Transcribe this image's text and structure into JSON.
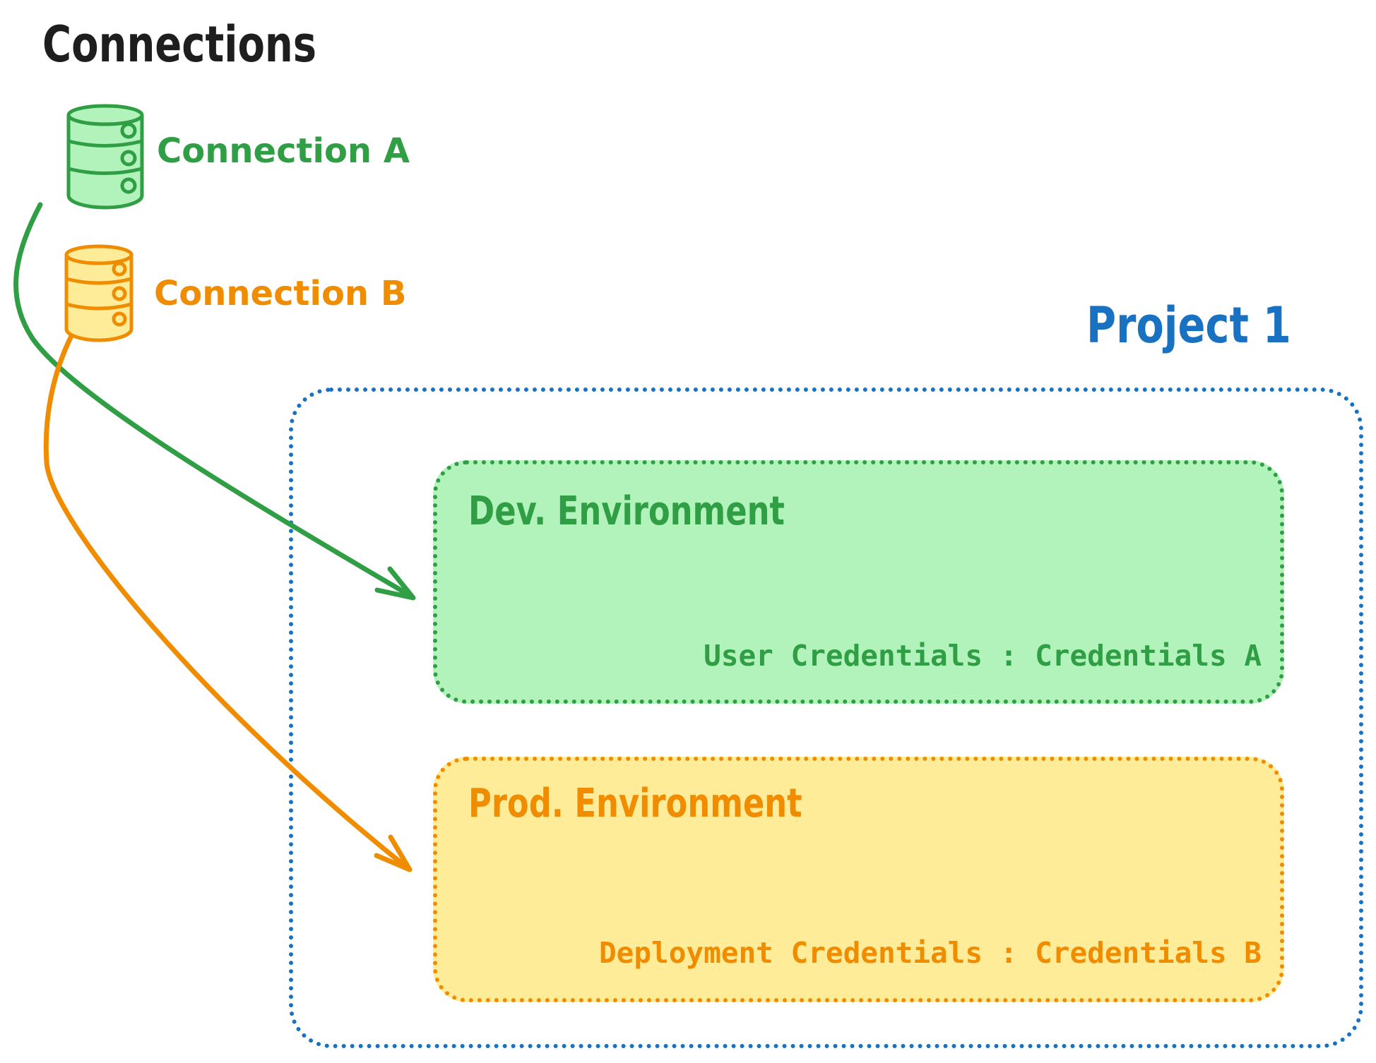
{
  "diagram_title": "Connections",
  "connections": {
    "items": [
      {
        "label": "Connection A",
        "color": "#2f9e44",
        "fill": "#b2f2bb",
        "icon": "database-icon"
      },
      {
        "label": "Connection B",
        "color": "#f08c00",
        "fill": "#ffec99",
        "icon": "database-icon"
      }
    ]
  },
  "project": {
    "title": "Project 1",
    "border_color": "#1971c2",
    "environments": [
      {
        "name": "Dev. Environment",
        "credentials": "User Credentials : Credentials A",
        "stroke": "#2f9e44",
        "fill": "#b2f2bb"
      },
      {
        "name": "Prod. Environment",
        "credentials": "Deployment Credentials : Credentials B",
        "stroke": "#f08c00",
        "fill": "#ffec99"
      }
    ]
  },
  "arrows": [
    {
      "from": "Connection A",
      "to": "Dev. Environment",
      "color": "#2f9e44"
    },
    {
      "from": "Connection B",
      "to": "Prod. Environment",
      "color": "#f08c00"
    }
  ],
  "palette": {
    "green": "#2f9e44",
    "green_bg": "#b2f2bb",
    "orange": "#f08c00",
    "orange_bg": "#ffec99",
    "blue": "#1971c2",
    "ink": "#1e1e1e",
    "background": "#ffffff"
  }
}
